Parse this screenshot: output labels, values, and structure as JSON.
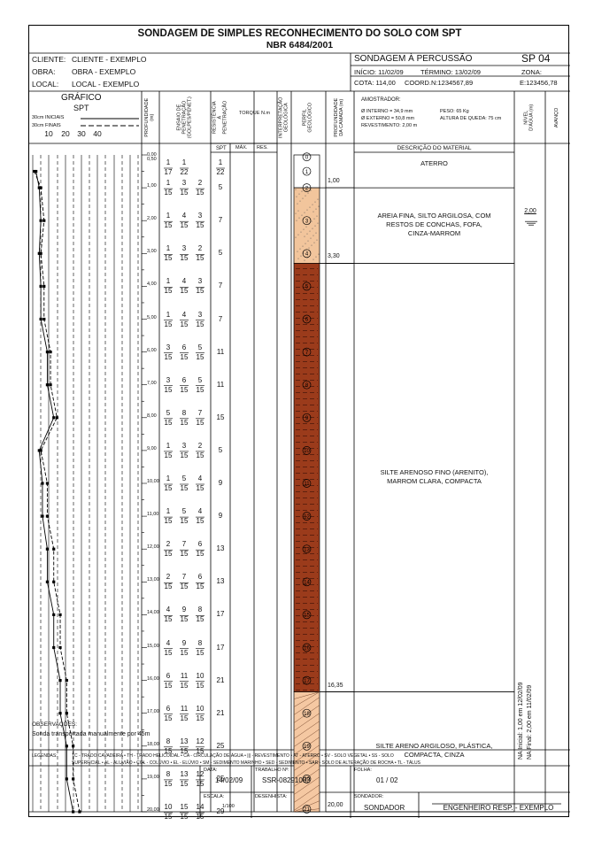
{
  "title": "SONDAGEM DE SIMPLES RECONHECIMENTO DO SOLO COM SPT",
  "subtitle": "NBR 6484/2001",
  "client_label": "CLIENTE:",
  "client_value": "CLIENTE - EXEMPLO",
  "work_label": "OBRA:",
  "work_value": "OBRA - EXEMPLO",
  "local_label": "LOCAL:",
  "local_value": "LOCAL - EXEMPLO",
  "method": "SONDAGEM À PERCUSSÃO",
  "sp_code": "SP 04",
  "start": "INÍCIO: 11/02/09",
  "end": "TÉRMINO: 13/02/09",
  "zone": "ZONA:",
  "cota": "COTA: 114,00",
  "coord": "COORD.",
  "coord_n": "N:1234567,89",
  "coord_e": "E:123456,78",
  "sampler_label": "AMOSTRADOR:",
  "sampler_int": "Ø INTERNO = 34,9 mm",
  "sampler_ext": "Ø EXTERNO = 50,8 mm",
  "sampler_rev": "REVESTIMENTO: 2,00 m",
  "hammer_weight": "PESO: 65 Kg",
  "hammer_drop": "ALTURA DE QUEDA: 75 cm",
  "graph_title": "GRÁFICO",
  "graph_sub": "SPT",
  "legend_initial": "30cm INICIAIS",
  "legend_final": "30cm FINAIS",
  "graph_ticks": [
    "10",
    "20",
    "30",
    "40"
  ],
  "col_depth": "PROFUNDIDADE (m)",
  "col_blows": "ENSAIO DE PENETRAÇÃO (GOLPES/PENET.)",
  "col_resist": "RESISTÊNCIA À PENETRAÇÃO",
  "col_spt": "SPT",
  "col_torque": "TORQUE N.m",
  "col_max": "MÁX.",
  "col_res": "RES.",
  "col_interp": "INTERPRETAÇÃO GEOLÓGICA",
  "col_profile": "PERFIL GEOLÓGICO",
  "col_layer": "PROFUNDIDADE DA CAMADA (m)",
  "col_desc": "DESCRIÇÃO DO MATERIAL",
  "col_water": "NÍVEL D'ÁGUA (m)",
  "col_advance": "AVANÇO",
  "first_row": {
    "depth": [
      "0,00",
      "0,50"
    ],
    "blows": [
      [
        "1",
        "17"
      ],
      [
        "1",
        "22"
      ],
      [
        "",
        ""
      ]
    ],
    "spt": [
      "1",
      "22"
    ]
  },
  "rows": [
    {
      "depth": "1,00",
      "blows": [
        [
          "1",
          "15"
        ],
        [
          "3",
          "15"
        ],
        [
          "2",
          "15"
        ]
      ],
      "spt": "5",
      "sample": "2"
    },
    {
      "depth": "2,00",
      "blows": [
        [
          "1",
          "15"
        ],
        [
          "4",
          "15"
        ],
        [
          "3",
          "15"
        ]
      ],
      "spt": "7",
      "sample": "3"
    },
    {
      "depth": "3,00",
      "blows": [
        [
          "1",
          "15"
        ],
        [
          "3",
          "15"
        ],
        [
          "2",
          "15"
        ]
      ],
      "spt": "5",
      "sample": "4"
    },
    {
      "depth": "4,00",
      "blows": [
        [
          "1",
          "15"
        ],
        [
          "4",
          "15"
        ],
        [
          "3",
          "15"
        ]
      ],
      "spt": "7",
      "sample": "5"
    },
    {
      "depth": "5,00",
      "blows": [
        [
          "1",
          "15"
        ],
        [
          "4",
          "15"
        ],
        [
          "3",
          "15"
        ]
      ],
      "spt": "7",
      "sample": "6"
    },
    {
      "depth": "6,00",
      "blows": [
        [
          "3",
          "15"
        ],
        [
          "6",
          "15"
        ],
        [
          "5",
          "15"
        ]
      ],
      "spt": "11",
      "sample": "7"
    },
    {
      "depth": "7,00",
      "blows": [
        [
          "3",
          "15"
        ],
        [
          "6",
          "15"
        ],
        [
          "5",
          "15"
        ]
      ],
      "spt": "11",
      "sample": "8"
    },
    {
      "depth": "8,00",
      "blows": [
        [
          "5",
          "15"
        ],
        [
          "8",
          "15"
        ],
        [
          "7",
          "15"
        ]
      ],
      "spt": "15",
      "sample": "9"
    },
    {
      "depth": "9,00",
      "blows": [
        [
          "1",
          "15"
        ],
        [
          "3",
          "15"
        ],
        [
          "2",
          "15"
        ]
      ],
      "spt": "5",
      "sample": "10"
    },
    {
      "depth": "10,00",
      "blows": [
        [
          "1",
          "15"
        ],
        [
          "5",
          "15"
        ],
        [
          "4",
          "15"
        ]
      ],
      "spt": "9",
      "sample": "11"
    },
    {
      "depth": "11,00",
      "blows": [
        [
          "1",
          "15"
        ],
        [
          "5",
          "15"
        ],
        [
          "4",
          "15"
        ]
      ],
      "spt": "9",
      "sample": "12"
    },
    {
      "depth": "12,00",
      "blows": [
        [
          "2",
          "15"
        ],
        [
          "7",
          "15"
        ],
        [
          "6",
          "15"
        ]
      ],
      "spt": "13",
      "sample": "13"
    },
    {
      "depth": "13,00",
      "blows": [
        [
          "2",
          "15"
        ],
        [
          "7",
          "15"
        ],
        [
          "6",
          "15"
        ]
      ],
      "spt": "13",
      "sample": "14"
    },
    {
      "depth": "14,00",
      "blows": [
        [
          "4",
          "15"
        ],
        [
          "9",
          "15"
        ],
        [
          "8",
          "15"
        ]
      ],
      "spt": "17",
      "sample": "15"
    },
    {
      "depth": "15,00",
      "blows": [
        [
          "4",
          "15"
        ],
        [
          "9",
          "15"
        ],
        [
          "8",
          "15"
        ]
      ],
      "spt": "17",
      "sample": "16"
    },
    {
      "depth": "16,00",
      "blows": [
        [
          "6",
          "15"
        ],
        [
          "11",
          "15"
        ],
        [
          "10",
          "15"
        ]
      ],
      "spt": "21",
      "sample": "17"
    },
    {
      "depth": "17,00",
      "blows": [
        [
          "6",
          "15"
        ],
        [
          "11",
          "15"
        ],
        [
          "10",
          "15"
        ]
      ],
      "spt": "21",
      "sample": "18"
    },
    {
      "depth": "18,00",
      "blows": [
        [
          "8",
          "15"
        ],
        [
          "13",
          "15"
        ],
        [
          "12",
          "15"
        ]
      ],
      "spt": "25",
      "sample": "19"
    },
    {
      "depth": "19,00",
      "blows": [
        [
          "8",
          "15"
        ],
        [
          "13",
          "15"
        ],
        [
          "12",
          "15"
        ]
      ],
      "spt": "25",
      "sample": "20"
    },
    {
      "depth": "20,00",
      "blows": [
        [
          "10",
          "15"
        ],
        [
          "15",
          "15"
        ],
        [
          "14",
          "15"
        ]
      ],
      "spt": "29",
      "sample": "21"
    }
  ],
  "samples_top": [
    "0",
    "1"
  ],
  "layers": [
    {
      "from": 0,
      "to": 1.0,
      "label": "1,00",
      "desc": [
        "ATERRO"
      ],
      "fill": "#ffffff"
    },
    {
      "from": 1.0,
      "to": 3.3,
      "label": "3,30",
      "desc": [
        "AREIA FINA, SILTO ARGILOSA, COM",
        "RESTOS DE CONCHAS, FOFA,",
        "CINZA-MARROM"
      ],
      "fill": "#f2c59c"
    },
    {
      "from": 3.3,
      "to": 16.35,
      "label": "16,35",
      "desc": [
        "SILTE ARENOSO FINO (ARENITO),",
        "MARROM CLARA, COMPACTA"
      ],
      "fill": "#9b3b1b"
    },
    {
      "from": 16.35,
      "to": 20.0,
      "label": "20,00",
      "desc": [
        "SILTE ARENO ARGILOSO, PLÁSTICA,",
        "COMPACTA, CINZA"
      ],
      "fill": "#f5c8a2"
    }
  ],
  "water_level": "2,00",
  "water_notes": [
    "NA Inicial: 1,00 em 12/02/09",
    "NA Final: 2,00 em 11/02/09"
  ],
  "obs_label": "OBSERVAÇÕES:",
  "obs_text": "Sonda transportada manualmente por 45m",
  "legend_label": "LEGENDAS:",
  "legend_line1": "TC - TRADO CAVADEIRA • TH - TRADO HELICOIDAL • CA - CIRCULAÇÃO DE ÁGUA • ||| - REVESTIMENTO • AT - ATERRO • SV - SOLO VEGETAL • SS - SOLO",
  "legend_line2": "SUPERFICIAL • AL - ALUVIÃO • COL - COLÚVIO • EL - ELÚVIO • SM - SEDIMENTO MARINHO • SED - SEDIMENTO • SAR - SOLO DE ALTERAÇÃO DE ROCHA • TL - TÁLUS",
  "data_label": "DATA:",
  "data_value": "14/02/09",
  "job_label": "TRABALHO Nº:",
  "job_value": "SSR-08291003",
  "sheet_label": "FOLHA:",
  "sheet_value": "01 / 02",
  "scale_label": "ESCALA:",
  "scale_value": "1/100",
  "drawer_label": "DESENHISTA:",
  "driller_label": "SONDADOR:",
  "driller_value": "SONDADOR",
  "engineer": "ENGENHEIRO RESP. - EXEMPLO"
}
